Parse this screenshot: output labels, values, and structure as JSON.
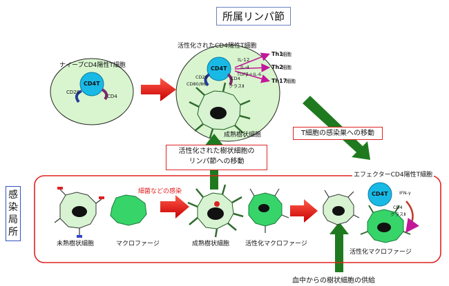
{
  "title": "所属リンパ節",
  "lymph": {
    "naive_label": "ナイーブCD4陽性T細胞",
    "activated_label": "活性化されたCD4陽性T細胞",
    "mature_dc_label": "成熟樹状細胞",
    "cd4t": "CD4T",
    "cd28": "CD28",
    "cd4": "CD4",
    "cd80_86": "CD80/86",
    "mhc2": "クラスⅡ",
    "il12": "IL-12",
    "il4": "IL-4",
    "tgfb_il6": "TGFβ＋IL-6",
    "th1": "Th1",
    "th2": "Th2",
    "th17": "Th17",
    "saibou": "細胞"
  },
  "migration_box": {
    "line1": "活性化された樹状細胞の",
    "line2": "リンパ節への移動"
  },
  "t_migration": "T細胞の感染巣への移動",
  "effector_label": "エフェクターCD4陽性T細胞",
  "infection_site": "感染局所",
  "infection_text": "細菌などの感染",
  "cells": {
    "immature_dc": "未熟樹状細胞",
    "macrophage": "マクロファージ",
    "mature_dc": "成熟樹状細胞",
    "activated_macrophage": "活性化マクロファージ",
    "activated_macrophage2": "活性化マクロファージ"
  },
  "effector": {
    "cd4t": "CD4T",
    "ifn": "IFN-γ",
    "cd4": "CD4",
    "mhc2": "クラスⅡ"
  },
  "blood_supply": "血中からの樹状細胞の供給",
  "colors": {
    "lymph_fill": "#d9f5cf",
    "cell_fill": "#d7f3d2",
    "macrophage": "#37d46a",
    "cd4t": "#19b9e6",
    "red": "#e02020",
    "green_arrow": "#1f7a1f",
    "magenta": "#c2189a"
  }
}
